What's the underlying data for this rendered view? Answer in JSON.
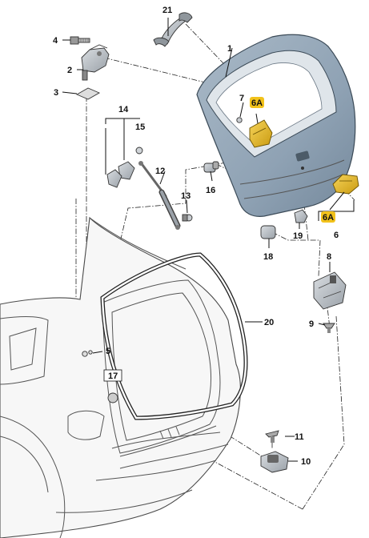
{
  "parts": [
    {
      "id": "p1",
      "label": "1"
    },
    {
      "id": "p2",
      "label": "2"
    },
    {
      "id": "p3",
      "label": "3"
    },
    {
      "id": "p4",
      "label": "4"
    },
    {
      "id": "p5",
      "label": "5"
    },
    {
      "id": "p6",
      "label": "6"
    },
    {
      "id": "p6a-upper",
      "label": "6A",
      "highlight": true
    },
    {
      "id": "p6a-lower",
      "label": "6A",
      "highlight": true
    },
    {
      "id": "p7",
      "label": "7"
    },
    {
      "id": "p8",
      "label": "8"
    },
    {
      "id": "p9",
      "label": "9"
    },
    {
      "id": "p10",
      "label": "10"
    },
    {
      "id": "p11",
      "label": "11"
    },
    {
      "id": "p12",
      "label": "12"
    },
    {
      "id": "p13",
      "label": "13"
    },
    {
      "id": "p14",
      "label": "14"
    },
    {
      "id": "p15",
      "label": "15"
    },
    {
      "id": "p16",
      "label": "16"
    },
    {
      "id": "p17",
      "label": "17",
      "boxed": true
    },
    {
      "id": "p18",
      "label": "18"
    },
    {
      "id": "p19",
      "label": "19"
    },
    {
      "id": "p20",
      "label": "20"
    },
    {
      "id": "p21",
      "label": "21"
    }
  ],
  "colors": {
    "tailgate_panel": "#8fa2b4",
    "tailgate_dark": "#6f8396",
    "highlight_badge": "#f2c21b",
    "highlight_part": "#e3b417",
    "part_gray": "#b9bec4",
    "ink": "#111111"
  }
}
